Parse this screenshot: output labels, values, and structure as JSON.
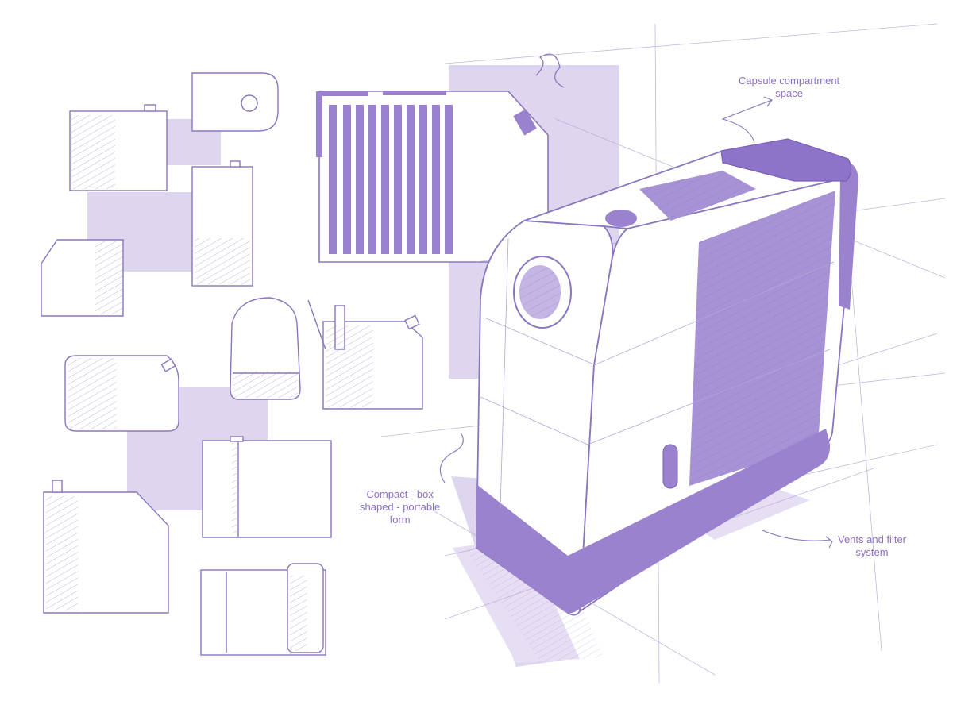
{
  "colors": {
    "accent": "#9b82cf",
    "accent_light": "#d9d0ee",
    "accent_dark": "#7b5fb8",
    "stroke": "#8a76be",
    "label": "#8a72c4"
  },
  "annotations": {
    "capsule": {
      "line1": "Capsule compartment",
      "line2": "space"
    },
    "compact": {
      "line1": "Compact - box",
      "line2": "shaped - portable",
      "line3": "form"
    },
    "vents": {
      "line1": "Vents and filter",
      "line2": "system"
    }
  }
}
